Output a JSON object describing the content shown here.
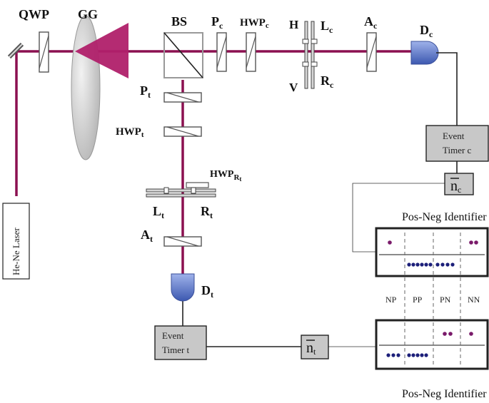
{
  "labels": {
    "qwp": "QWP",
    "gg": "GG",
    "bs": "BS",
    "p_c": "P",
    "p_c_sub": "c",
    "hwp_c": "HWP",
    "hwp_c_sub": "c",
    "h": "H",
    "v": "V",
    "l_c": "L",
    "l_c_sub": "c",
    "r_c": "R",
    "r_c_sub": "c",
    "a_c": "A",
    "a_c_sub": "c",
    "d_c": "D",
    "d_c_sub": "c",
    "p_t": "P",
    "p_t_sub": "t",
    "hwp_t": "HWP",
    "hwp_t_sub": "t",
    "hwp_rt": "HWP",
    "hwp_rt_sub": "R",
    "hwp_rt_subsub": "t",
    "l_t": "L",
    "l_t_sub": "t",
    "r_t": "R",
    "r_t_sub": "t",
    "a_t": "A",
    "a_t_sub": "t",
    "d_t": "D",
    "d_t_sub": "t",
    "laser": "He-Ne Laser",
    "timer_c_line1": "Event",
    "timer_c_line2": "Timer c",
    "timer_t_line1": "Event",
    "timer_t_line2": "Timer t",
    "n_c": "n",
    "n_c_sub": "c",
    "n_t": "n",
    "n_t_sub": "t",
    "identifier_top": "Pos-Neg Identifier",
    "identifier_bottom": "Pos-Neg Identifier",
    "np": "NP",
    "pp": "PP",
    "pn": "PN",
    "nn": "NN"
  },
  "colors": {
    "beam": "#8b1050",
    "lens": "#b0206a",
    "detector": "#5878c8",
    "dot_purple": "#7a1a6a",
    "dot_navy": "#1c1f7a",
    "box_fill": "#c8c8c8"
  }
}
